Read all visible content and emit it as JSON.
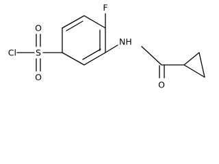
{
  "molecule": {
    "atoms": {
      "cl": "Cl",
      "s": "S",
      "o_top": "O",
      "o_bottom": "O",
      "f": "F",
      "nh": "NH",
      "o_carbonyl": "O"
    },
    "colors": {
      "bond": "#000000",
      "label": "#000000",
      "background": "#ffffff"
    }
  }
}
